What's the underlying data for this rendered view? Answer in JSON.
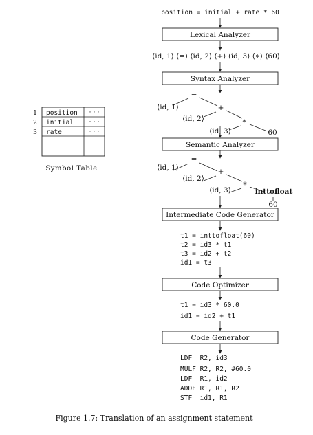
{
  "source_statement": "position = initial + rate * 60",
  "phases": {
    "lexical": "Lexical Analyzer",
    "syntax": "Syntax Analyzer",
    "semantic": "Semantic Analyzer",
    "intermediate": "Intermediate Code Generator",
    "optimizer": "Code Optimizer",
    "codegen": "Code Generator"
  },
  "tokens": "⟨id, 1⟩ ⟨=⟩ ⟨id, 2⟩ ⟨+⟩ ⟨id, 3⟩ ⟨∗⟩ ⟨60⟩",
  "syntax_tree": {
    "assign": "=",
    "id1": "⟨id, 1⟩",
    "plus": "+",
    "id2": "⟨id, 2⟩",
    "times": "*",
    "id3": "⟨id, 3⟩",
    "num": "60"
  },
  "semantic_tree": {
    "assign": "=",
    "id1": "⟨id, 1⟩",
    "plus": "+",
    "id2": "⟨id, 2⟩",
    "times": "*",
    "id3": "⟨id, 3⟩",
    "conv": "inttofloat",
    "num": "60"
  },
  "intermediate_code": [
    "t1 = inttofloat(60)",
    "t2 = id3 * t1",
    "t3 = id2 + t2",
    "id1 = t3"
  ],
  "optimized_code": [
    "t1 = id3 * 60.0",
    "id1 = id2 + t1"
  ],
  "target_code": [
    "LDF  R2, id3",
    "MULF R2, R2, #60.0",
    "LDF  R1, id2",
    "ADDF R1, R1, R2",
    "STF  id1, R1"
  ],
  "symbol_table": {
    "caption": "Symbol Table",
    "rows": [
      {
        "num": "1",
        "name": "position",
        "attr": "· · ·"
      },
      {
        "num": "2",
        "name": "initial",
        "attr": "· · ·"
      },
      {
        "num": "3",
        "name": "rate",
        "attr": "· · ·"
      }
    ]
  },
  "caption": "Figure 1.7: Translation of an assignment statement"
}
